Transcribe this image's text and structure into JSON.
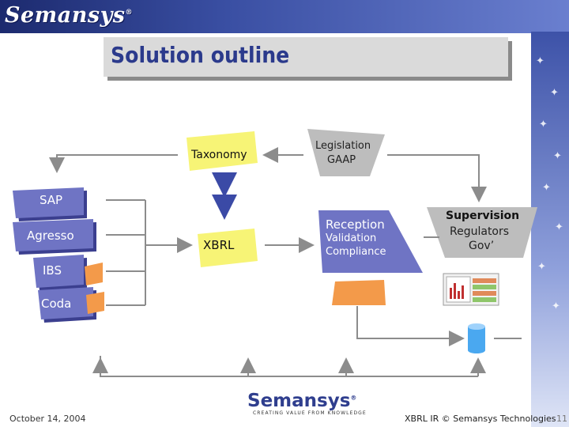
{
  "header": {
    "logo_text": "Semansys"
  },
  "slide": {
    "title": "Solution outline"
  },
  "nodes": {
    "taxonomy": "Taxonomy",
    "legislation_line1": "Legislation",
    "legislation_line2": "GAAP",
    "sap": "SAP",
    "agresso": "Agresso",
    "ibs": "IBS",
    "coda": "Coda",
    "xbrl": "XBRL",
    "reception_title": "Reception",
    "reception_line1": "Validation",
    "reception_line2": "Compliance",
    "supervision_title": "Supervision",
    "supervision_line1": "Regulators",
    "supervision_line2": "Gov’"
  },
  "footer": {
    "date": "October 14, 2004",
    "company_logo": "Semansys",
    "tagline": "CREATING VALUE FROM KNOWLEDGE",
    "right_text": "XBRL IR © Semansys Technologies",
    "page_number": "11"
  },
  "colors": {
    "accent_blue": "#6f74c4",
    "shape_yellow": "#f7f476",
    "shape_gray": "#bdbdbd",
    "shape_orange": "#f39a4a",
    "arrow_blue": "#3b4aa6",
    "line_gray": "#8c8c8c"
  }
}
